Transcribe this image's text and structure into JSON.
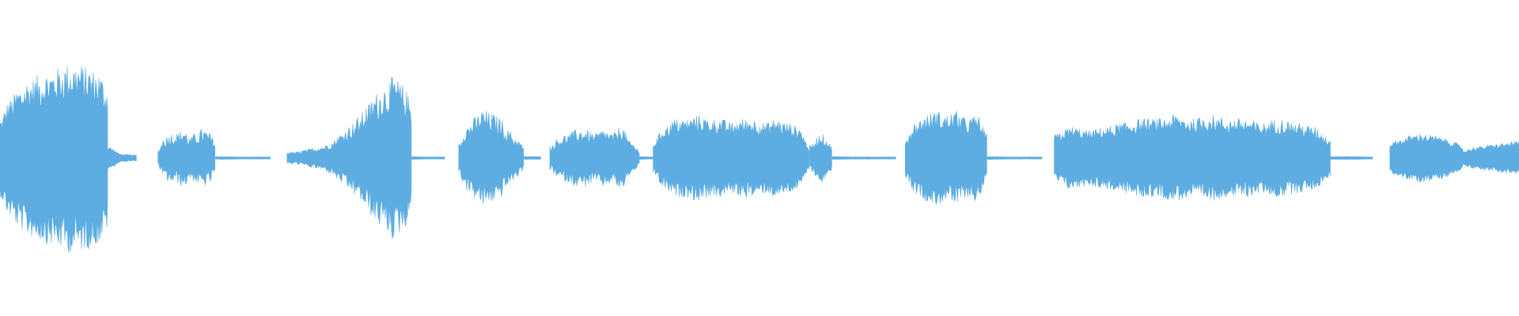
{
  "waveform": {
    "color": "#5dade2",
    "background": "#ffffff",
    "segments": [
      {
        "start": 0.0,
        "end": 0.071,
        "amps": [
          0.1,
          0.15,
          0.18,
          0.2,
          0.21,
          0.22,
          0.23,
          0.24,
          0.24,
          0.23,
          0.22,
          0.18
        ],
        "jitter": 0.25
      },
      {
        "start": 0.071,
        "end": 0.09,
        "amps": [
          0.03,
          0.01,
          0.008
        ],
        "jitter": 0.2
      },
      {
        "start": 0.104,
        "end": 0.142,
        "amps": [
          0.02,
          0.05,
          0.06,
          0.06,
          0.07,
          0.05,
          0.06,
          0.07,
          0.06,
          0.04
        ],
        "jitter": 0.35
      },
      {
        "start": 0.142,
        "end": 0.178,
        "amps": [
          0.004,
          0.003,
          0.003
        ],
        "jitter": 0.1
      },
      {
        "start": 0.189,
        "end": 0.271,
        "amps": [
          0.015,
          0.015,
          0.02,
          0.025,
          0.03,
          0.04,
          0.06,
          0.08,
          0.1,
          0.13,
          0.16,
          0.18,
          0.2,
          0.18,
          0.14
        ],
        "jitter": 0.3
      },
      {
        "start": 0.271,
        "end": 0.293,
        "amps": [
          0.004,
          0.003,
          0.003
        ],
        "jitter": 0.1
      },
      {
        "start": 0.302,
        "end": 0.345,
        "amps": [
          0.04,
          0.08,
          0.1,
          0.12,
          0.11,
          0.1,
          0.07,
          0.05,
          0.03
        ],
        "jitter": 0.3
      },
      {
        "start": 0.345,
        "end": 0.356,
        "amps": [
          0.004,
          0.004
        ],
        "jitter": 0.1
      },
      {
        "start": 0.362,
        "end": 0.421,
        "amps": [
          0.03,
          0.05,
          0.06,
          0.07,
          0.07,
          0.06,
          0.07,
          0.06,
          0.08,
          0.04,
          0.02
        ],
        "jitter": 0.3
      },
      {
        "start": 0.421,
        "end": 0.43,
        "amps": [
          0.004,
          0.003
        ],
        "jitter": 0.1
      },
      {
        "start": 0.43,
        "end": 0.533,
        "amps": [
          0.04,
          0.08,
          0.1,
          0.1,
          0.11,
          0.1,
          0.1,
          0.09,
          0.1,
          0.1,
          0.09,
          0.1,
          0.09,
          0.08,
          0.03
        ],
        "jitter": 0.25
      },
      {
        "start": 0.533,
        "end": 0.548,
        "amps": [
          0.03,
          0.06,
          0.03
        ],
        "jitter": 0.3
      },
      {
        "start": 0.548,
        "end": 0.59,
        "amps": [
          0.004,
          0.003,
          0.003
        ],
        "jitter": 0.1
      },
      {
        "start": 0.596,
        "end": 0.65,
        "amps": [
          0.05,
          0.09,
          0.11,
          0.12,
          0.11,
          0.12,
          0.1,
          0.11,
          0.06
        ],
        "jitter": 0.25
      },
      {
        "start": 0.65,
        "end": 0.686,
        "amps": [
          0.004,
          0.003,
          0.003
        ],
        "jitter": 0.1
      },
      {
        "start": 0.694,
        "end": 0.876,
        "amps": [
          0.06,
          0.08,
          0.07,
          0.08,
          0.09,
          0.1,
          0.1,
          0.11,
          0.1,
          0.11,
          0.1,
          0.1,
          0.09,
          0.1,
          0.09,
          0.08,
          0.05
        ],
        "jitter": 0.25
      },
      {
        "start": 0.876,
        "end": 0.904,
        "amps": [
          0.004,
          0.004,
          0.003
        ],
        "jitter": 0.1
      },
      {
        "start": 0.915,
        "end": 0.963,
        "amps": [
          0.04,
          0.05,
          0.06,
          0.065,
          0.06,
          0.055,
          0.045,
          0.03
        ],
        "jitter": 0.2
      },
      {
        "start": 0.963,
        "end": 1.0,
        "amps": [
          0.02,
          0.03,
          0.035,
          0.04,
          0.045
        ],
        "jitter": 0.2
      }
    ]
  }
}
